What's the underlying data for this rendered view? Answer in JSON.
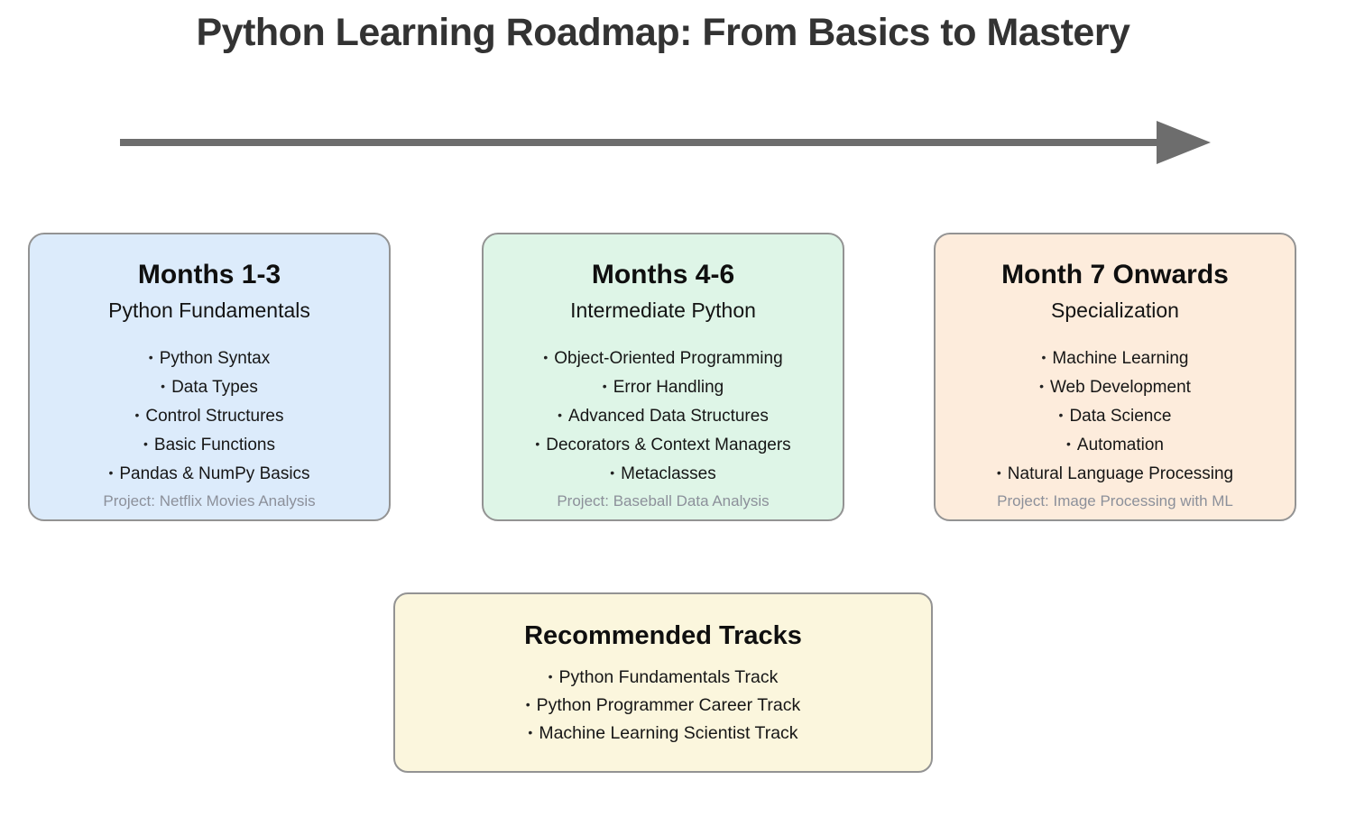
{
  "page": {
    "title": "Python Learning Roadmap: From Basics to Mastery"
  },
  "bullet_char": "•",
  "colors": {
    "phase1_bg": "#dcebfb",
    "phase2_bg": "#def5e7",
    "phase3_bg": "#fdecdc",
    "tracks_bg": "#fbf6dd",
    "card_border": "#939393",
    "arrow": "#6d6d6d",
    "title_text": "#333333",
    "body_text": "#161616",
    "project_text": "#8c909a"
  },
  "cards": [
    {
      "title": "Months 1-3",
      "subtitle": "Python Fundamentals",
      "items": [
        "Python Syntax",
        "Data Types",
        "Control Structures",
        "Basic Functions",
        "Pandas & NumPy Basics"
      ],
      "project": "Project: Netflix Movies Analysis",
      "bg": "#dcebfb"
    },
    {
      "title": "Months 4-6",
      "subtitle": "Intermediate Python",
      "items": [
        "Object-Oriented Programming",
        "Error Handling",
        "Advanced Data Structures",
        "Decorators & Context Managers",
        "Metaclasses"
      ],
      "project": "Project: Baseball Data Analysis",
      "bg": "#def5e7"
    },
    {
      "title": "Month 7 Onwards",
      "subtitle": "Specialization",
      "items": [
        "Machine Learning",
        "Web Development",
        "Data Science",
        "Automation",
        "Natural Language Processing"
      ],
      "project": "Project: Image Processing with ML",
      "bg": "#fdecdc"
    }
  ],
  "tracks": {
    "title": "Recommended Tracks",
    "items": [
      "Python Fundamentals Track",
      "Python Programmer Career Track",
      "Machine Learning Scientist Track"
    ],
    "bg": "#fbf6dd"
  }
}
